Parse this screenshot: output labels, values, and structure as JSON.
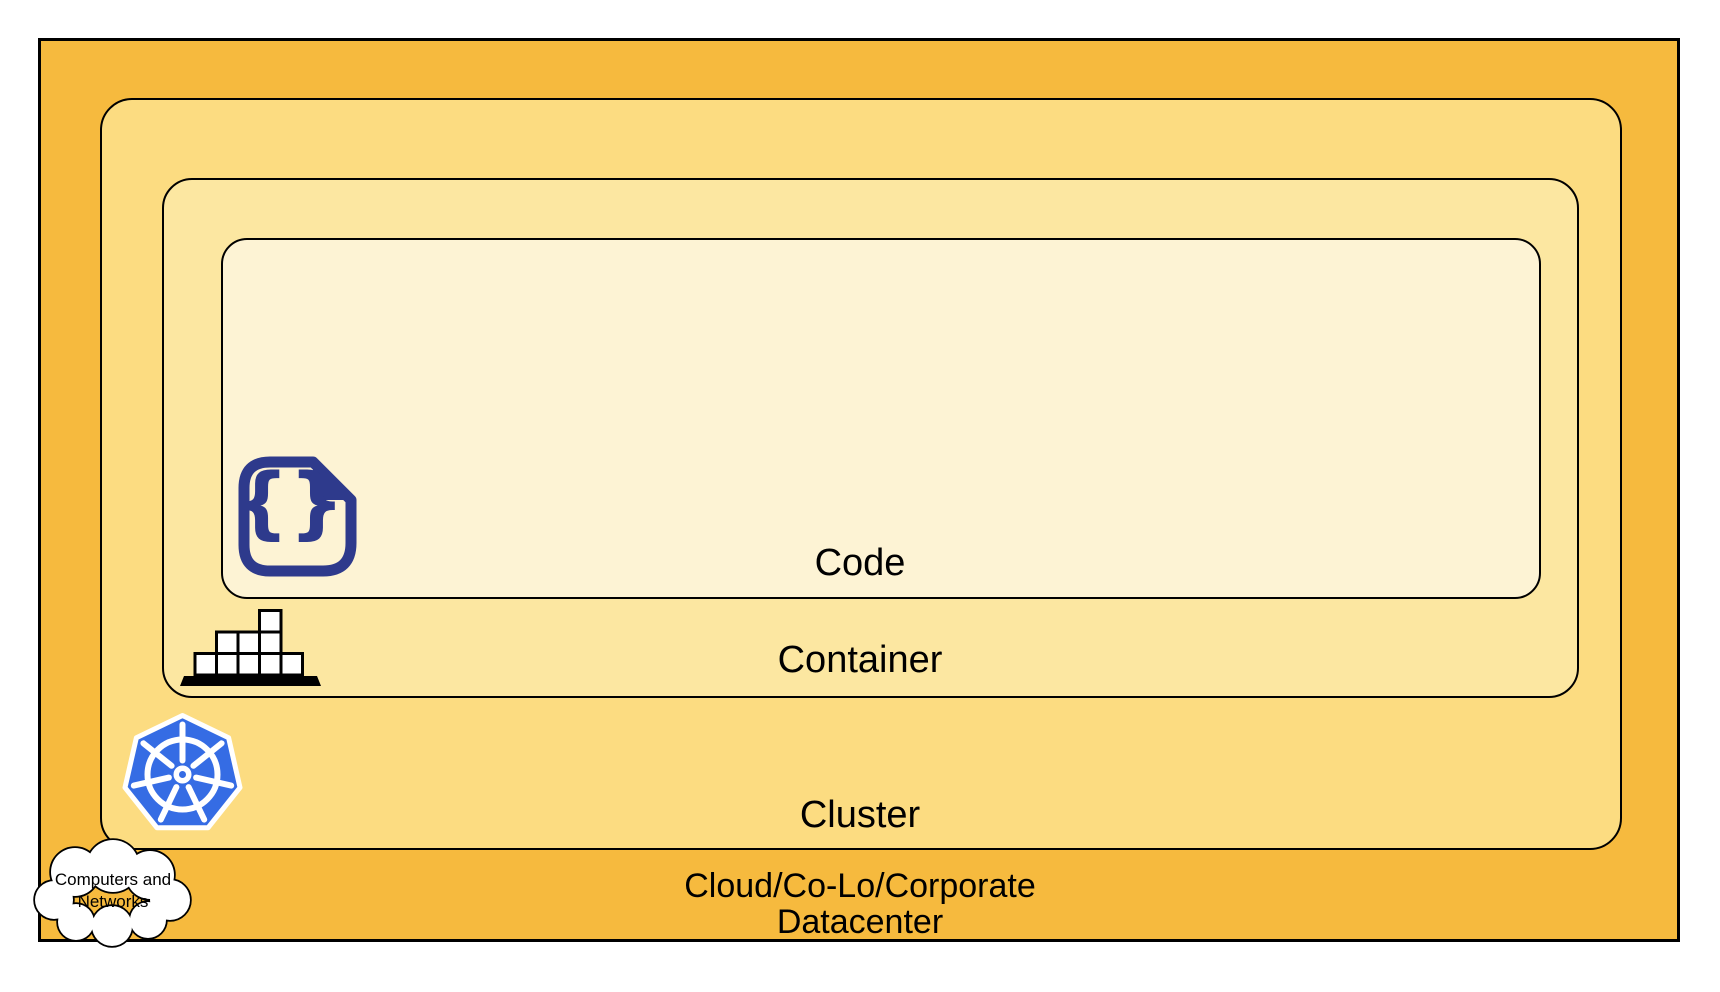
{
  "layers": {
    "cloud": {
      "label_line1": "Cloud/Co-Lo/Corporate",
      "label_line2": "Datacenter",
      "fill": "#F6BA3E"
    },
    "cluster": {
      "label": "Cluster",
      "fill": "#FCDC81"
    },
    "container": {
      "label": "Container",
      "fill": "#FCE7A1"
    },
    "code": {
      "label": "Code",
      "fill": "#FDF3D4"
    }
  },
  "icons": {
    "cloud_shape": {
      "label": "Computers and Networks",
      "fill": "#FFFFFF",
      "stroke": "#000000"
    },
    "kubernetes": {
      "fill": "#356CE4",
      "wheel_color": "#FFFFFF"
    },
    "container_boxes": {
      "box_fill": "#FFFFFF",
      "stroke": "#000000"
    },
    "code_file": {
      "glyph": "{}",
      "color": "#2E3A8C"
    }
  },
  "frame": {
    "border_color": "#000000",
    "page_background": "#FFFFFF"
  }
}
